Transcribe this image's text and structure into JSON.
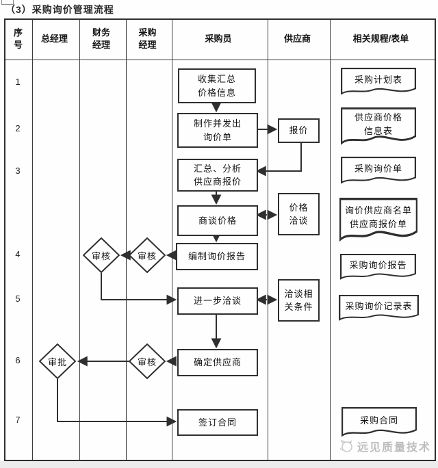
{
  "page": {
    "title": "（3）采购询价管理流程"
  },
  "header": {
    "cells": [
      "序\n号",
      "总经理",
      "财务\n经理",
      "采购\n经理",
      "采购员",
      "供应商",
      "相关规程/表单"
    ]
  },
  "rows": [
    "1",
    "2",
    "3",
    "4",
    "5",
    "6",
    "7"
  ],
  "flow": {
    "collect": "收集汇总\n价格信息",
    "make_inquiry": "制作并发出\n询价单",
    "quote": "报价",
    "summarize": "汇总、分析\n供应商报价",
    "negotiate_price": "商谈价格",
    "price_talk": "价格\n洽谈",
    "report": "编制询价报告",
    "review_finance": "审核",
    "review_purchasing": "审核",
    "further_talk": "进一步洽谈",
    "talk_conditions": "洽谈相\n关条件",
    "determine_supplier": "确定供应商",
    "review_purchasing_2": "审核",
    "approve": "审批",
    "sign_contract": "签订合同"
  },
  "documents": [
    "采购计划表",
    "供应商价格\n信息表",
    "采购询价单",
    "询价供应商名单\n供应商报价单",
    "采购询价报告",
    "采购询价记录表",
    "采购合同"
  ],
  "watermark": {
    "text": "远见质量技术"
  },
  "colors": {
    "line": "#2f2f2f",
    "text": "#111111",
    "watermark": "#bdbdbd"
  }
}
